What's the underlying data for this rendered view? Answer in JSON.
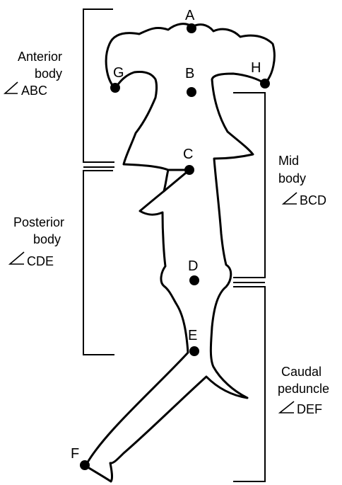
{
  "points": [
    {
      "id": "A",
      "label": "A"
    },
    {
      "id": "B",
      "label": "B"
    },
    {
      "id": "C",
      "label": "C"
    },
    {
      "id": "D",
      "label": "D"
    },
    {
      "id": "E",
      "label": "E"
    },
    {
      "id": "F",
      "label": "F"
    },
    {
      "id": "G",
      "label": "G"
    },
    {
      "id": "H",
      "label": "H"
    }
  ],
  "segments": {
    "anterior": {
      "line1": "Anterior",
      "line2": "body",
      "angle": "ABC"
    },
    "mid": {
      "line1": "Mid",
      "line2": "body",
      "angle": "BCD"
    },
    "posterior": {
      "line1": "Posterior",
      "line2": "body",
      "angle": "CDE"
    },
    "caudal": {
      "line1": "Caudal",
      "line2": "peduncle",
      "angle": "DEF"
    }
  },
  "colors": {
    "line": "#000000",
    "background": "#ffffff"
  },
  "icons": {
    "angle": "angle-symbol-icon"
  }
}
